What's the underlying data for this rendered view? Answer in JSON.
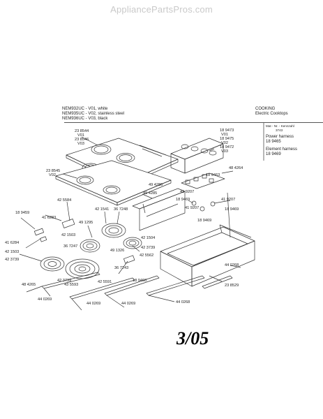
{
  "watermark": "AppliancePartsPros.com",
  "models": [
    "NEM932UC - V01, white",
    "NEM935UC - V02, stainless steel",
    "NEM936UC - V03, black"
  ],
  "section_title": "COOKING",
  "section_subtitle": "Electric Cooktops",
  "panel_header": "Mat - Nr. - Kennzahl",
  "panel_code": "3743",
  "panel_notes": [
    {
      "label": "Power harness",
      "part": "18 9465"
    },
    {
      "label": "Element harness",
      "part": "18 9469"
    }
  ],
  "revision_date": "3/05",
  "callouts": [
    {
      "text": "23 8544"
    },
    {
      "text": "V01"
    },
    {
      "text": "23 8546"
    },
    {
      "text": "V03"
    },
    {
      "text": "23 8545"
    },
    {
      "text": "V02"
    },
    {
      "text": "18 9473"
    },
    {
      "text": "V01"
    },
    {
      "text": "18 9475"
    },
    {
      "text": "V02"
    },
    {
      "text": "18 9472"
    },
    {
      "text": "V03"
    },
    {
      "text": "48 4264"
    },
    {
      "text": "18 9463"
    },
    {
      "text": "49 4286"
    },
    {
      "text": "49 4285"
    },
    {
      "text": "41 9207"
    },
    {
      "text": "18 9469"
    },
    {
      "text": "41 9207"
    },
    {
      "text": "41 9207"
    },
    {
      "text": "18 9469"
    },
    {
      "text": "18 9469"
    },
    {
      "text": "42 5584"
    },
    {
      "text": "18 9459"
    },
    {
      "text": "41 6283"
    },
    {
      "text": "42 1541"
    },
    {
      "text": "36 7248"
    },
    {
      "text": "49 1295"
    },
    {
      "text": "42 1503"
    },
    {
      "text": "36 7247"
    },
    {
      "text": "41 6284"
    },
    {
      "text": "42 1503"
    },
    {
      "text": "42 3739"
    },
    {
      "text": "42 1504"
    },
    {
      "text": "42 3739"
    },
    {
      "text": "49 1326"
    },
    {
      "text": "42 5562"
    },
    {
      "text": "36 7243"
    },
    {
      "text": "44 0268"
    },
    {
      "text": "48 4265"
    },
    {
      "text": "42 3739"
    },
    {
      "text": "43 5593"
    },
    {
      "text": "42 5591"
    },
    {
      "text": "18 9460"
    },
    {
      "text": "23 8529"
    },
    {
      "text": "44 0269"
    },
    {
      "text": "44 0269"
    },
    {
      "text": "44 0269"
    },
    {
      "text": "44 0268"
    }
  ]
}
